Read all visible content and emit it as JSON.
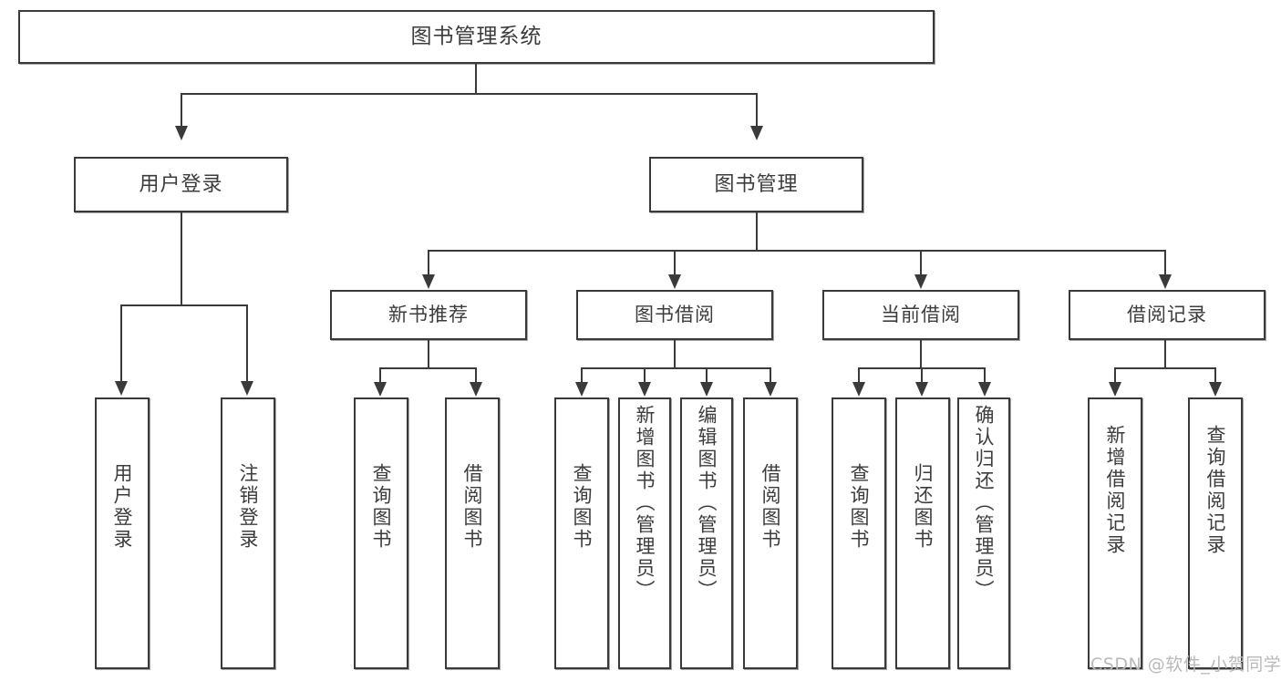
{
  "diagram": {
    "title": "图书管理系统",
    "watermark": "CSDN @软件_小贺同学",
    "accent_color": "#3a3a3a",
    "background_color": "#ffffff",
    "text_color": "#3c3c3c",
    "type": "tree-hierarchy-diagram",
    "nodes": {
      "root": {
        "label": "图书管理系统"
      },
      "level2": [
        {
          "label": "用户登录"
        },
        {
          "label": "图书管理"
        }
      ],
      "level3": [
        {
          "label": "新书推荐"
        },
        {
          "label": "图书借阅"
        },
        {
          "label": "当前借阅"
        },
        {
          "label": "借阅记录"
        }
      ],
      "leaves_user_login": [
        {
          "label": "用户登录"
        },
        {
          "label": "注销登录"
        }
      ],
      "leaves_new_book": [
        {
          "label": "查询图书"
        },
        {
          "label": "借阅图书"
        }
      ],
      "leaves_book_borrow": [
        {
          "label": "查询图书"
        },
        {
          "label": "新增图书（管理员）"
        },
        {
          "label": "编辑图书（管理员）"
        },
        {
          "label": "借阅图书"
        }
      ],
      "leaves_current_borrow": [
        {
          "label": "查询图书"
        },
        {
          "label": "归还图书"
        },
        {
          "label": "确认归还（管理员）"
        }
      ],
      "leaves_borrow_record": [
        {
          "label": "新增借阅记录"
        },
        {
          "label": "查询借阅记录"
        }
      ]
    }
  }
}
